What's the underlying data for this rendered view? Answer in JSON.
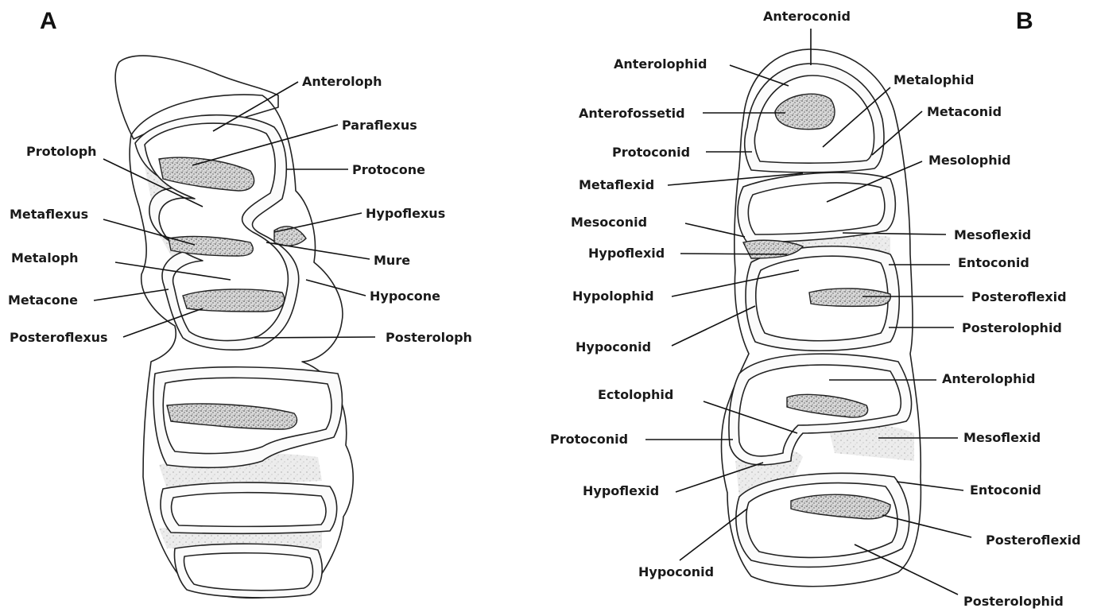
{
  "panels": {
    "a": {
      "letter": "A"
    },
    "b": {
      "letter": "B"
    }
  },
  "labels_a": [
    {
      "id": "anteroloph",
      "text": "Anteroloph"
    },
    {
      "id": "paraflexus",
      "text": "Paraflexus"
    },
    {
      "id": "protoloph",
      "text": "Protoloph"
    },
    {
      "id": "protocone",
      "text": "Protocone"
    },
    {
      "id": "metaflexus",
      "text": "Metaflexus"
    },
    {
      "id": "hypoflexus",
      "text": "Hypoflexus"
    },
    {
      "id": "metaloph",
      "text": "Metaloph"
    },
    {
      "id": "mure",
      "text": "Mure"
    },
    {
      "id": "metacone",
      "text": "Metacone"
    },
    {
      "id": "hypocone",
      "text": "Hypocone"
    },
    {
      "id": "posteroflexus",
      "text": "Posteroflexus"
    },
    {
      "id": "posteroloph",
      "text": "Posteroloph"
    }
  ],
  "labels_b": [
    {
      "id": "anteroconid",
      "text": "Anteroconid"
    },
    {
      "id": "anterolophid",
      "text": "Anterolophid"
    },
    {
      "id": "metalophid",
      "text": "Metalophid"
    },
    {
      "id": "anterofossetid",
      "text": "Anterofossetid"
    },
    {
      "id": "metaconid",
      "text": "Metaconid"
    },
    {
      "id": "protoconid",
      "text": "Protoconid"
    },
    {
      "id": "mesolophid",
      "text": "Mesolophid"
    },
    {
      "id": "metaflexid",
      "text": "Metaflexid"
    },
    {
      "id": "mesoconid",
      "text": "Mesoconid"
    },
    {
      "id": "mesoflexid",
      "text": "Mesoflexid"
    },
    {
      "id": "hypoflexid",
      "text": "Hypoflexid"
    },
    {
      "id": "entoconid",
      "text": "Entoconid"
    },
    {
      "id": "hypolophid",
      "text": "Hypolophid"
    },
    {
      "id": "posteroflexid",
      "text": "Posteroflexid"
    },
    {
      "id": "posterolophid",
      "text": "Posterolophid"
    },
    {
      "id": "hypoconid",
      "text": "Hypoconid"
    },
    {
      "id": "anterolophid2",
      "text": "Anterolophid"
    },
    {
      "id": "ectolophid",
      "text": "Ectolophid"
    },
    {
      "id": "protoconid2",
      "text": "Protoconid"
    },
    {
      "id": "mesoflexid2",
      "text": "Mesoflexid"
    },
    {
      "id": "hypoflexid2",
      "text": "Hypoflexid"
    },
    {
      "id": "entoconid2",
      "text": "Entoconid"
    },
    {
      "id": "posteroflexid2",
      "text": "Posteroflexid"
    },
    {
      "id": "hypoconid2",
      "text": "Hypoconid"
    },
    {
      "id": "posterolophid2",
      "text": "Posterolophid"
    }
  ]
}
